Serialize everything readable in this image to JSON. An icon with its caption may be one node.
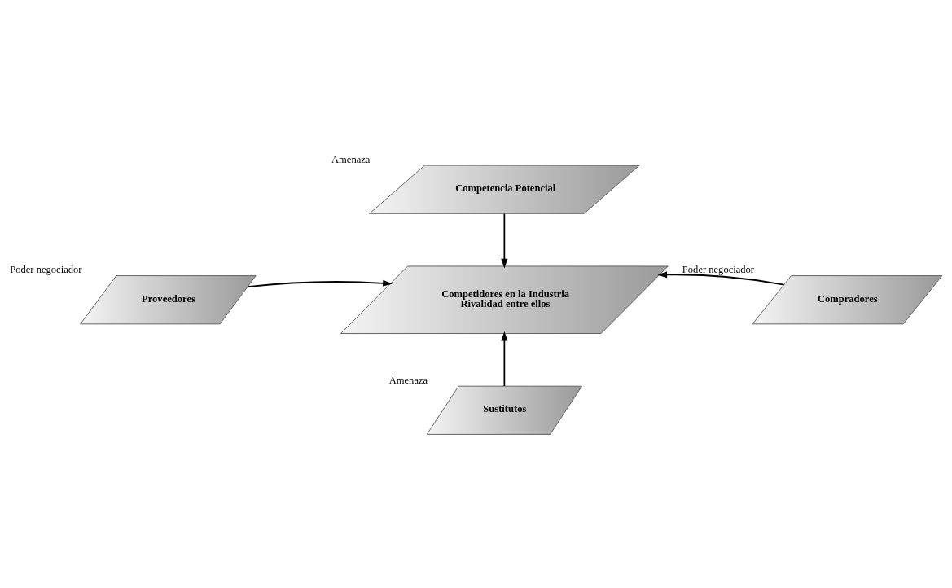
{
  "diagram": {
    "nodes": [
      {
        "text": [
          "Competencia Potencial"
        ],
        "beside": [
          "Amenaza"
        ]
      },
      {
        "text": [
          "Proveedores"
        ],
        "beside": [
          "Poder negociador"
        ]
      },
      {
        "text": [
          "Competidores en la Industria",
          "Rivalidad entre ellos"
        ]
      },
      {
        "text": [
          "Compradores"
        ],
        "beside": [
          "Poder negociador"
        ]
      },
      {
        "text": [
          "Sustitutos"
        ],
        "beside": [
          "Amenaza"
        ]
      }
    ],
    "edges": [
      {
        "from": 0,
        "to": 2,
        "arrow": "to"
      },
      {
        "from": 1,
        "to": 2,
        "arrow": "to"
      },
      {
        "from": 3,
        "to": 2,
        "arrow": "to"
      },
      {
        "from": 4,
        "to": 2,
        "arrow": "to"
      }
    ]
  }
}
